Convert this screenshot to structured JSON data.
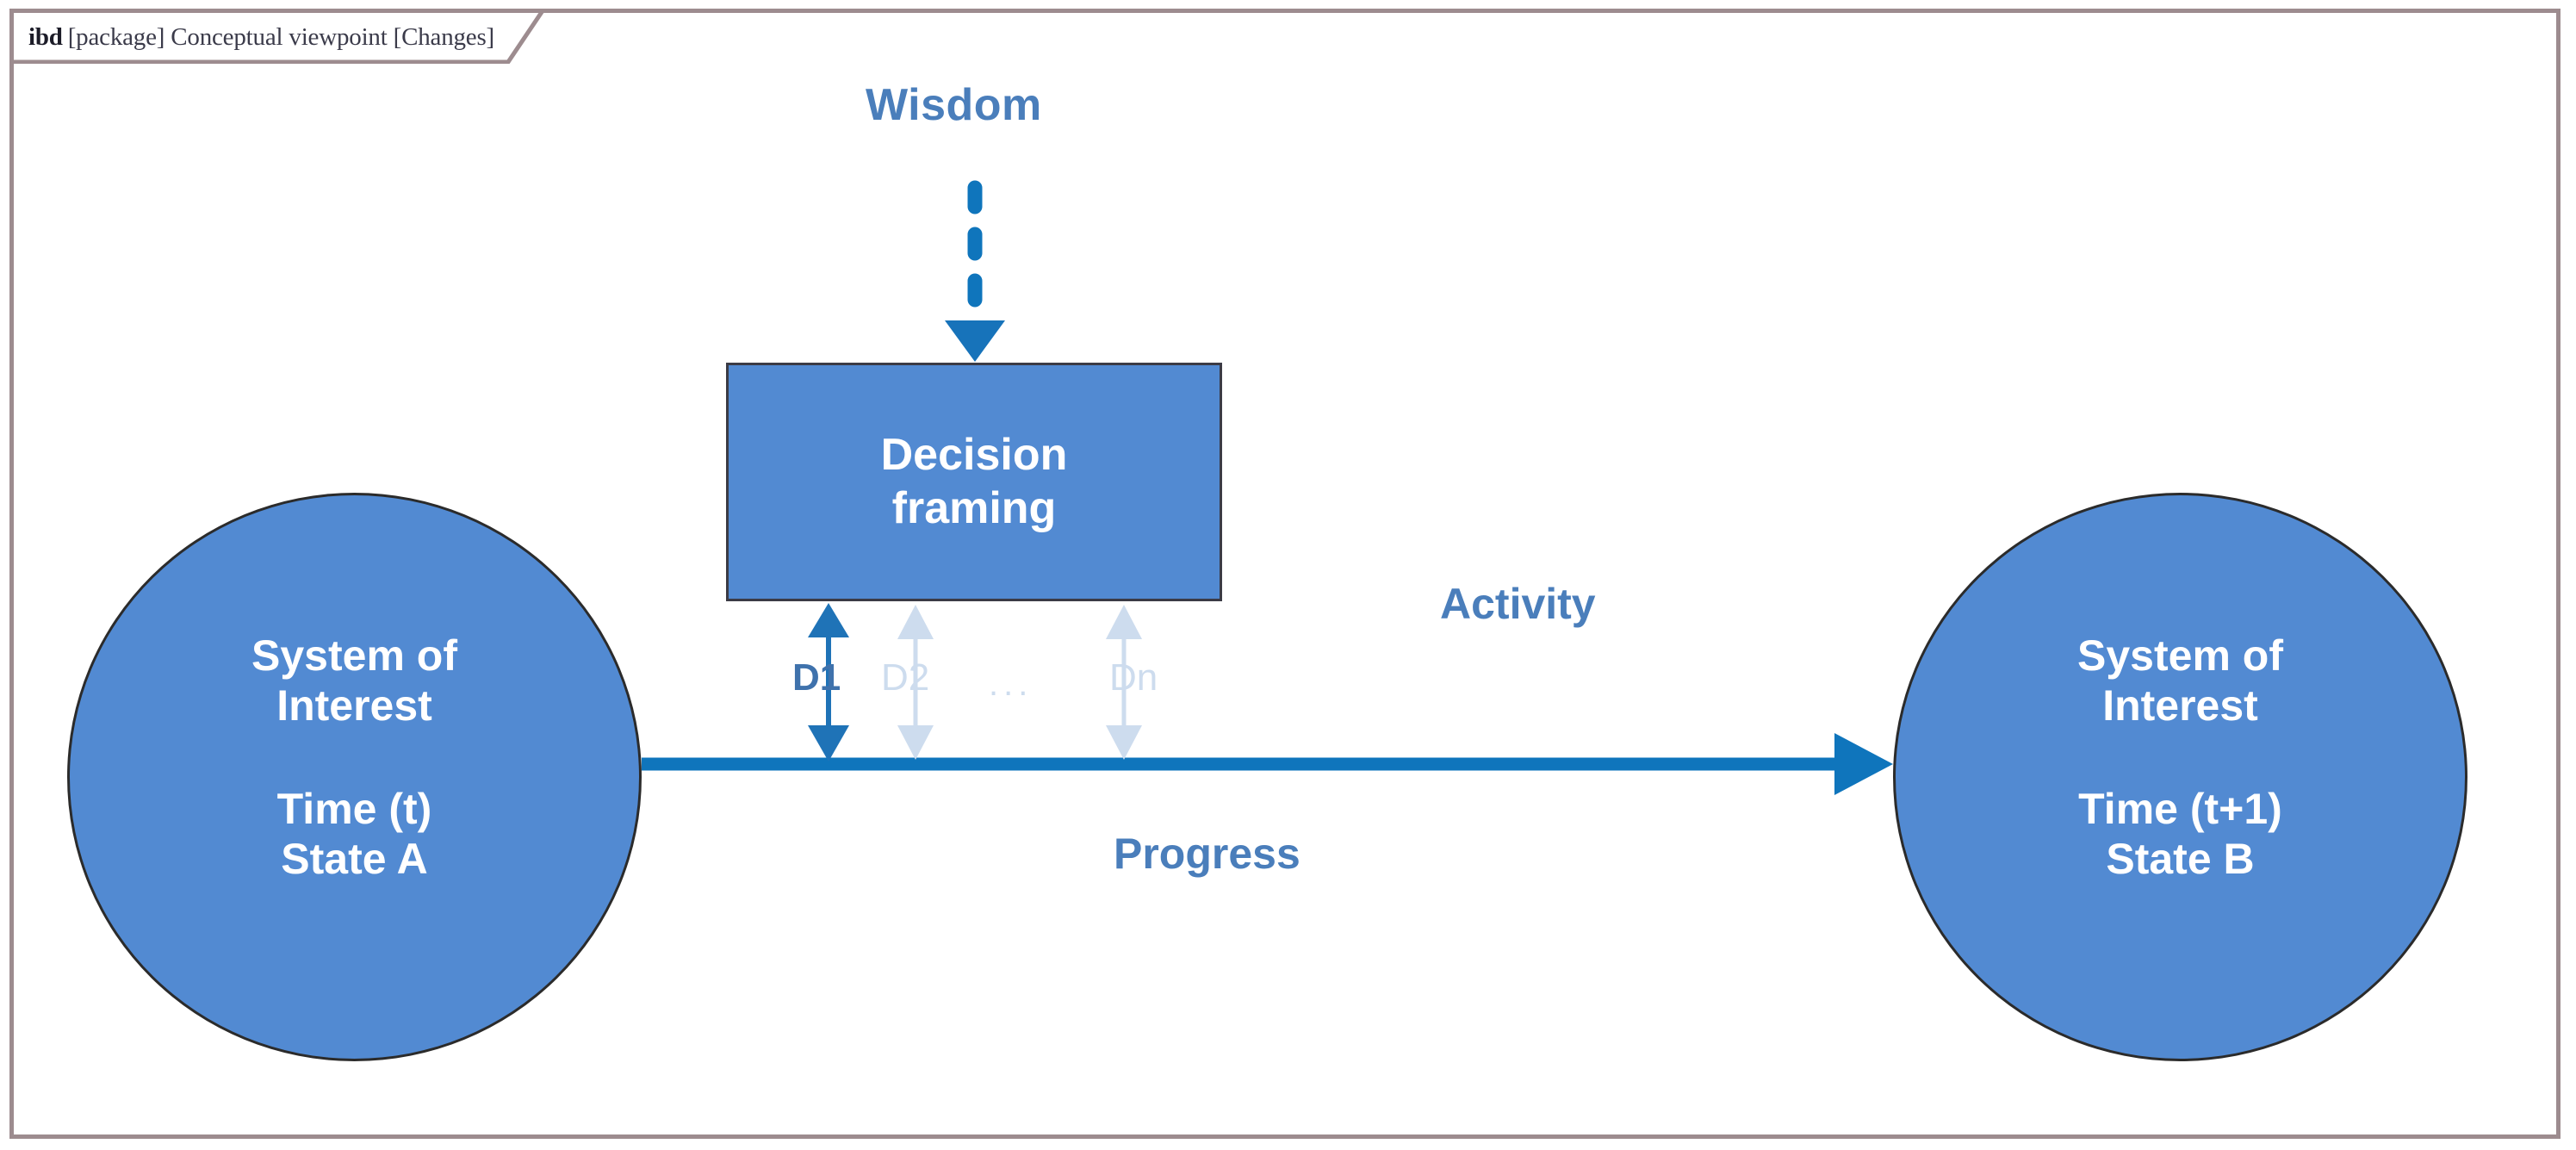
{
  "frame": {
    "kind": "ibd",
    "title": "[package] Conceptual viewpoint [Changes]",
    "border_color": "#9d8c8f"
  },
  "palette": {
    "shape_fill": "#528ad2",
    "shape_stroke": "#2b2b2b",
    "label_blue": "#4a7ebb",
    "arrow_blue": "#0f75bc",
    "decision_strong": "#3f72ac",
    "decision_faint": "#cddcee",
    "text_on_shape": "#ffffff",
    "background": "#ffffff"
  },
  "nodes": {
    "left_circle": {
      "name": "System of Interest (Time t)",
      "title_line1": "System of",
      "title_line2": "Interest",
      "state_line1": "Time (t)",
      "state_line2": "State A"
    },
    "right_circle": {
      "name": "System of Interest (Time t+1)",
      "title_line1": "System of",
      "title_line2": "Interest",
      "state_line1": "Time (t+1)",
      "state_line2": "State B"
    },
    "decision_box": {
      "line1": "Decision",
      "line2": "framing"
    }
  },
  "labels": {
    "wisdom": "Wisdom",
    "activity": "Activity",
    "progress": "Progress"
  },
  "decisions": [
    {
      "id": "D1",
      "label": "D1",
      "emphasis": "strong"
    },
    {
      "id": "D2",
      "label": "D2",
      "emphasis": "faint"
    },
    {
      "id": "ellipsis",
      "label": "...",
      "emphasis": "faint"
    },
    {
      "id": "Dn",
      "label": "Dn",
      "emphasis": "faint"
    }
  ],
  "connectors": [
    {
      "name": "wisdom-to-decision-framing",
      "style": "dashed",
      "color": "#0f75bc",
      "arrowhead": "filled-triangle",
      "from": "Wisdom",
      "to": "Decision framing"
    },
    {
      "name": "progress-flow",
      "style": "solid",
      "color": "#0f75bc",
      "arrowhead": "filled-arrow",
      "from": "System of Interest (Time t)",
      "to": "System of Interest (Time t+1)"
    },
    {
      "name": "decision-tick-D1",
      "style": "double-arrow",
      "color": "#1f73b7",
      "from": "Decision framing",
      "to": "progress-flow"
    },
    {
      "name": "decision-tick-D2",
      "style": "double-arrow",
      "color": "#cddcee",
      "from": "Decision framing",
      "to": "progress-flow"
    },
    {
      "name": "decision-tick-Dn",
      "style": "double-arrow",
      "color": "#cddcee",
      "from": "Decision framing",
      "to": "progress-flow"
    }
  ]
}
